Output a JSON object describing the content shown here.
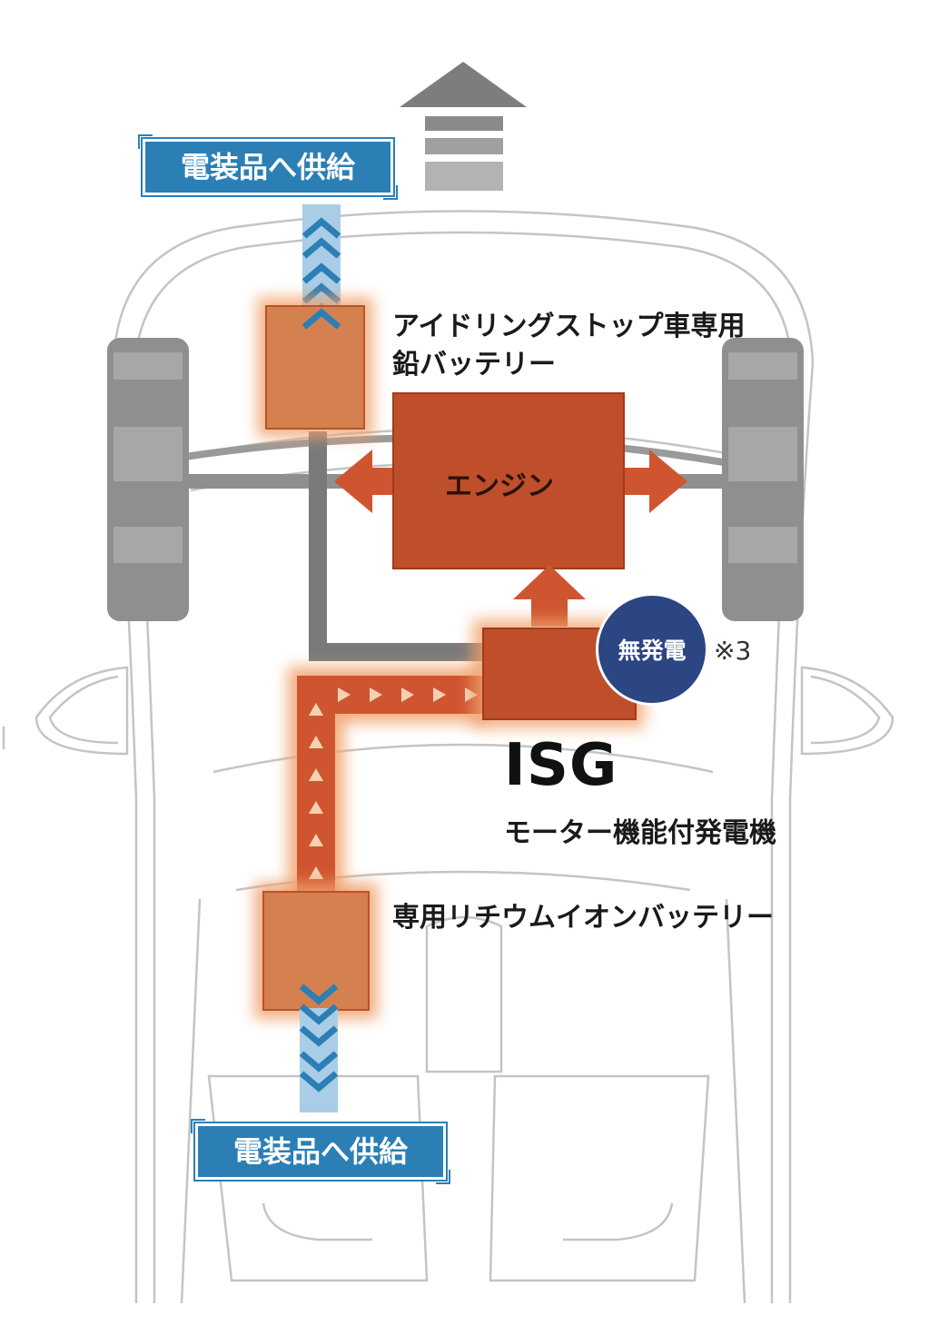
{
  "supply_top": "電装品へ供給",
  "supply_bottom": "電装品へ供給",
  "lead_battery": {
    "line1": "アイドリングストップ車専用",
    "line2": "鉛バッテリー"
  },
  "engine": "エンジン",
  "isg": {
    "title": "ISG",
    "subtitle": "モーター機能付発電機"
  },
  "no_generation_badge": "無発電",
  "footnote": "※3",
  "lithium_battery": "専用リチウムイオンバッテリー",
  "colors": {
    "engine_fill": "#bf4f2b",
    "battery_fill": "#d4804f",
    "glow": "#f0a06a",
    "arrow": "#cf5530",
    "supply_blue": "#2b7fb5",
    "badge_navy": "#2c4583",
    "car_outline": "#c4c4c4",
    "tire": "#8f8f8f"
  }
}
